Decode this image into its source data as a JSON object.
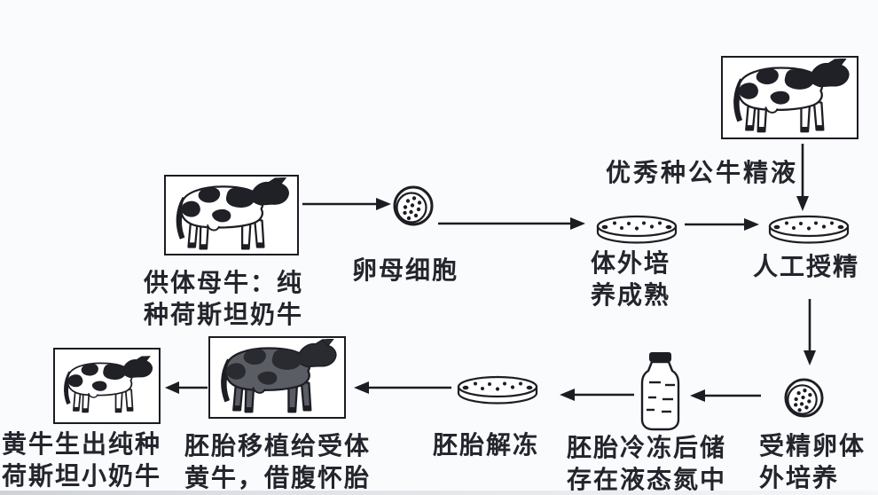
{
  "figure_type": "flow-diagram",
  "colors": {
    "background": "#fafbfd",
    "paper": "#ffffff",
    "ink": "#1c1c22",
    "dark_cow_body": "#5b5d64"
  },
  "nodes": {
    "bull": {
      "caption": "优秀种公牛精液",
      "icon": "bull-cow"
    },
    "donor": {
      "line1": "供体母牛：纯",
      "line2": "种荷斯坦奶牛",
      "icon": "donor-cow"
    },
    "oocyte": {
      "caption": "卵母细胞",
      "icon": "cell"
    },
    "maturation": {
      "line1": "体外培",
      "line2": "养成熟",
      "icon": "petri-dish"
    },
    "insemination": {
      "caption": "人工授精",
      "icon": "petri-dish"
    },
    "zygote": {
      "line1": "受精卵体",
      "line2": "外培养",
      "icon": "cell"
    },
    "freeze": {
      "line1": "胚胎冷冻后储",
      "line2": "存在液态氮中",
      "icon": "liquid-nitrogen-bottle"
    },
    "thaw": {
      "caption": "胚胎解冻",
      "icon": "petri-dish"
    },
    "transfer": {
      "line1": "胚胎移植给受体",
      "line2": "黄牛，借腹怀胎",
      "icon": "recipient-dark-cow"
    },
    "birth": {
      "line1": "黄牛生出纯种",
      "line2": "荷斯坦小奶牛",
      "icon": "calf-cow"
    }
  },
  "sequence": [
    "donor",
    "oocyte",
    "maturation",
    "insemination",
    "zygote",
    "freeze",
    "thaw",
    "transfer",
    "birth"
  ],
  "extra_input": {
    "from": "bull",
    "into": "insemination"
  }
}
